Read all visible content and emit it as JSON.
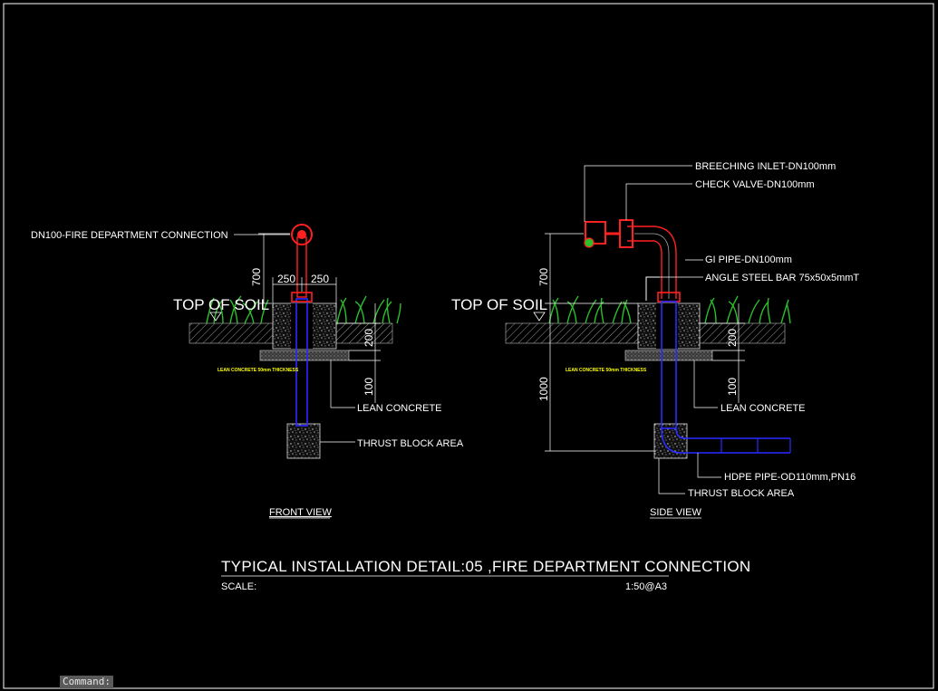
{
  "labels": {
    "fdc": "DN100-FIRE DEPARTMENT CONNECTION",
    "top_of_soil_left": "TOP OF SOIL",
    "top_of_soil_right": "TOP OF SOIL",
    "lean_concrete_note_left": "LEAN CONCRETE 50mm THICKNESS",
    "lean_concrete_note_right": "LEAN CONCRETE 50mm THICKNESS",
    "lean_concrete_left": "LEAN CONCRETE",
    "lean_concrete_right": "LEAN CONCRETE",
    "thrust_block_left": "THRUST BLOCK AREA",
    "thrust_block_right": "THRUST BLOCK AREA",
    "breeching_inlet": "BREECHING INLET-DN100mm",
    "check_valve": "CHECK VALVE-DN100mm",
    "gi_pipe": "GI PIPE-DN100mm",
    "angle_steel": "ANGLE STEEL BAR 75x50x5mmT",
    "hdpe_pipe": "HDPE PIPE-OD110mm,PN16"
  },
  "dimensions": {
    "front_700": "700",
    "front_250_a": "250",
    "front_250_b": "250",
    "front_200": "200",
    "front_100": "100",
    "side_700": "700",
    "side_1000": "1000",
    "side_200": "200",
    "side_100": "100"
  },
  "views": {
    "front": "FRONT VIEW",
    "side": "SIDE VIEW"
  },
  "title": {
    "main": "TYPICAL INSTALLATION DETAIL:05 ,FIRE DEPARTMENT CONNECTION",
    "scale_label": "SCALE:",
    "scale_value": "1:50@A3"
  },
  "command": {
    "prompt": "Command:"
  },
  "colors": {
    "background": "#000000",
    "pipe_red": "#ff2020",
    "pipe_blue": "#2a2aff",
    "grass": "#2bbf2b",
    "annotation_yellow": "#ffff00"
  }
}
